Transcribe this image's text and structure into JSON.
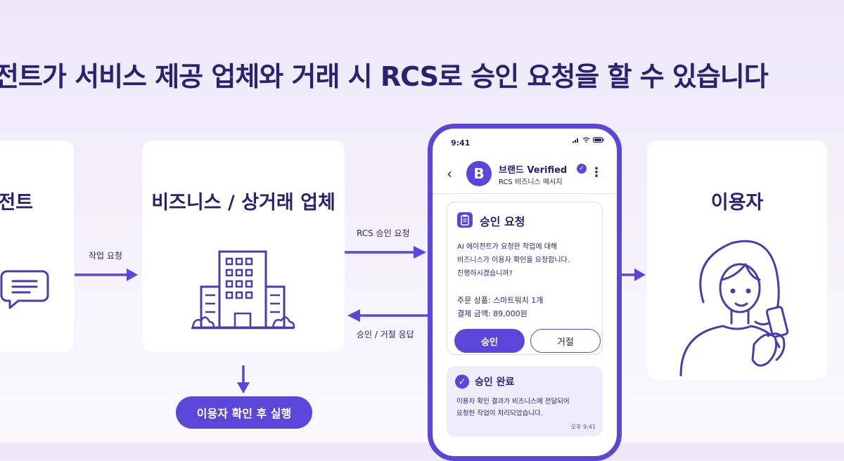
{
  "headline": "전트가 서비스 제공 업체와 거래 시 RCS로 승인 요청을 할 수 있습니다",
  "cards": {
    "agent_title": "전트",
    "business_title": "비즈니스 / 상거래 업체",
    "user_title": "이용자"
  },
  "arrows": {
    "task_request": "작업 요청",
    "rcs_request": "RCS 승인 요청",
    "response": "승인 / 거절 응답"
  },
  "execute_button": "이용자 확인 후 실행",
  "phone": {
    "time": "9:41",
    "avatar_letter": "B",
    "brand_name": "브랜드 Verified",
    "brand_sub": "RCS 비즈니스 메시지",
    "request": {
      "title": "승인 요청",
      "body_1": "AI 에이전트가 요청한 작업에 대해",
      "body_2": "비즈니스가 이용자 확인을 요청합니다.",
      "body_3": "진행하시겠습니까?",
      "order_line": "주문 상품: 스마트워치 1개",
      "amount_line": "결제 금액: 89,000원",
      "approve": "승인",
      "reject": "거절"
    },
    "done": {
      "title": "승인 완료",
      "body_1": "이용자 확인 결과가 비즈니스에 전달되어",
      "body_2": "요청한 작업이 처리되었습니다.",
      "time": "오후 9:41"
    }
  },
  "icons": [
    "chat-icon",
    "building-icon",
    "clipboard-icon",
    "check-circle-icon",
    "person-with-phone-illustration",
    "signal-icon",
    "wifi-icon",
    "battery-icon",
    "back-arrow-icon",
    "kebab-menu-icon",
    "verified-icon"
  ],
  "colors": {
    "accent": "#5b46d9",
    "text": "#2a2170",
    "background": "#efecf9"
  }
}
